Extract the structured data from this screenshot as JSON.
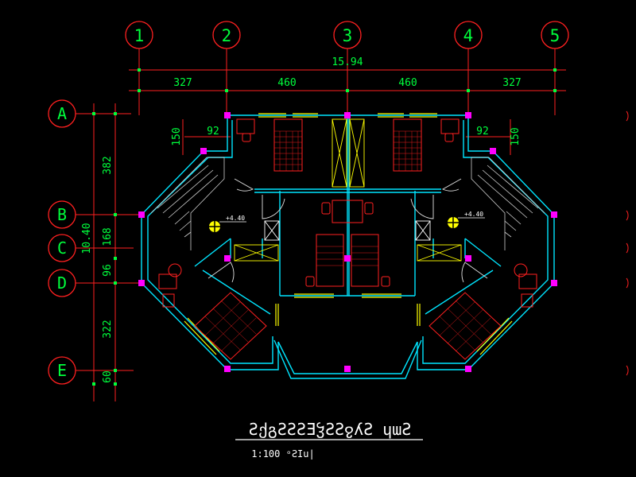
{
  "grid": {
    "cols": [
      "1",
      "2",
      "3",
      "4",
      "5"
    ],
    "rows": [
      "A",
      "B",
      "C",
      "D",
      "E"
    ]
  },
  "dims": {
    "total_width": "15.94",
    "top_segments": [
      "327",
      "460",
      "460",
      "327"
    ],
    "left_total": "10.40",
    "left_segments": [
      "382",
      "168",
      "96",
      "322",
      "60"
    ],
    "wall_offsets": [
      "92",
      "92"
    ],
    "wall_vertical": [
      "150",
      "150"
    ]
  },
  "levels": [
    "+4.40",
    "+4.40"
  ],
  "title": "ƧქგƧƧƧƎჴƧƧჹʎƧ ɥɯƧ",
  "scale": "1:100 ᵒƧIu|",
  "colors": {
    "grid": "#ff2020",
    "dim": "#00ff3c",
    "wall": "#00e5ff",
    "furniture": "#ff2020",
    "window": "#ffff00",
    "column": "#ff00ff"
  }
}
